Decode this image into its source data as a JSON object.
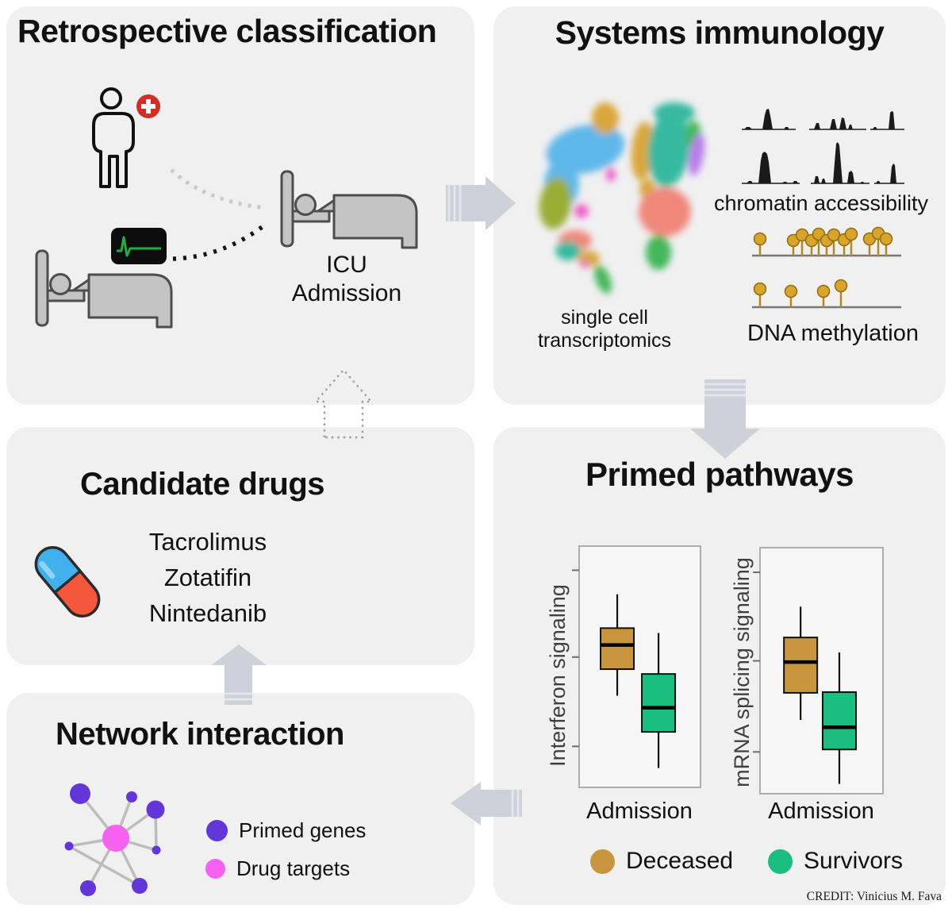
{
  "panels": {
    "retrospective": {
      "title": "Retrospective classification",
      "icu_label_line1": "ICU",
      "icu_label_line2": "Admission"
    },
    "systems": {
      "title": "Systems immunology",
      "umap_label_line1": "single cell",
      "umap_label_line2": "transcriptomics",
      "chromatin_label": "chromatin accessibility",
      "methylation_label": "DNA methylation"
    },
    "primed": {
      "title": "Primed pathways",
      "legend": [
        {
          "label": "Deceased",
          "color": "#c8963c"
        },
        {
          "label": "Survivors",
          "color": "#1abf80"
        }
      ]
    },
    "drugs": {
      "title": "Candidate drugs",
      "items": [
        "Tacrolimus",
        "Zotatifin",
        "Nintedanib"
      ]
    },
    "network": {
      "title": "Network interaction",
      "legend": [
        {
          "label": "Primed genes",
          "color": "#6236d9"
        },
        {
          "label": "Drug targets",
          "color": "#f661ef"
        }
      ]
    }
  },
  "credit": "CREDIT: Vinicius M. Fava",
  "icons": {
    "patient": "person-outline",
    "medical_cross": "red-circle-white-cross",
    "heart_monitor": "black-screen-green-ecg",
    "hospital_bed": "gray-bed-pictogram",
    "pill": "blue-red-capsule",
    "umap": "multicolor-cell-cluster-scatter",
    "chromatin": "black-peak-tracks",
    "methylation": "gold-lollipops-on-line",
    "network": "purple-nodes-pink-hub-graph",
    "flow_arrows": "light-gray-block-arrows",
    "feedback_arrow": "dotted-outline-up-arrow"
  },
  "colors": {
    "panel": "#f0f0f1",
    "arrow": "#cdd2da",
    "arrow_stripe": "#e4e7ec",
    "gold": "#c8963c",
    "green": "#1abf80",
    "purple": "#6236d9",
    "pink": "#f661ef",
    "bed": "#c4c4c4",
    "bed_stroke": "#4d4d4d",
    "monitor_green": "#1fae3f",
    "cross_red": "#d42d26",
    "lollipop": "#d9a42a",
    "lollipop_stroke": "#8f6d12",
    "lollipop_stem": "#b08a1e",
    "pill_blue": "#41b1ee",
    "pill_red": "#f4573c",
    "edge": "#bcbcbc",
    "track": "#1a1a1a",
    "umap_sky": "#5ab6ea",
    "umap_olive": "#97ab2f",
    "umap_gold": "#d9a436",
    "umap_teal": "#2fb89d",
    "umap_green": "#3cb554",
    "umap_purple": "#b678ea",
    "umap_salmon": "#f08478",
    "umap_magenta": "#f05ac8"
  },
  "chart_data": [
    {
      "type": "boxplot",
      "ylabel": "Interferon signaling",
      "xlabel": "Admission",
      "y_axis_numeric_labels": false,
      "groups": [
        {
          "name": "Deceased",
          "color": "#c8963c",
          "whisker_low": 0.38,
          "q1": 0.49,
          "median": 0.59,
          "q3": 0.66,
          "whisker_high": 0.8
        },
        {
          "name": "Survivors",
          "color": "#1abf80",
          "whisker_low": 0.08,
          "q1": 0.23,
          "median": 0.33,
          "q3": 0.47,
          "whisker_high": 0.64
        }
      ]
    },
    {
      "type": "boxplot",
      "ylabel": "mRNA splicing signaling",
      "xlabel": "Admission",
      "y_axis_numeric_labels": false,
      "groups": [
        {
          "name": "Deceased",
          "color": "#c8963c",
          "whisker_low": 0.3,
          "q1": 0.41,
          "median": 0.535,
          "q3": 0.635,
          "whisker_high": 0.76
        },
        {
          "name": "Survivors",
          "color": "#1abf80",
          "whisker_low": 0.04,
          "q1": 0.18,
          "median": 0.27,
          "q3": 0.413,
          "whisker_high": 0.574
        }
      ]
    }
  ]
}
